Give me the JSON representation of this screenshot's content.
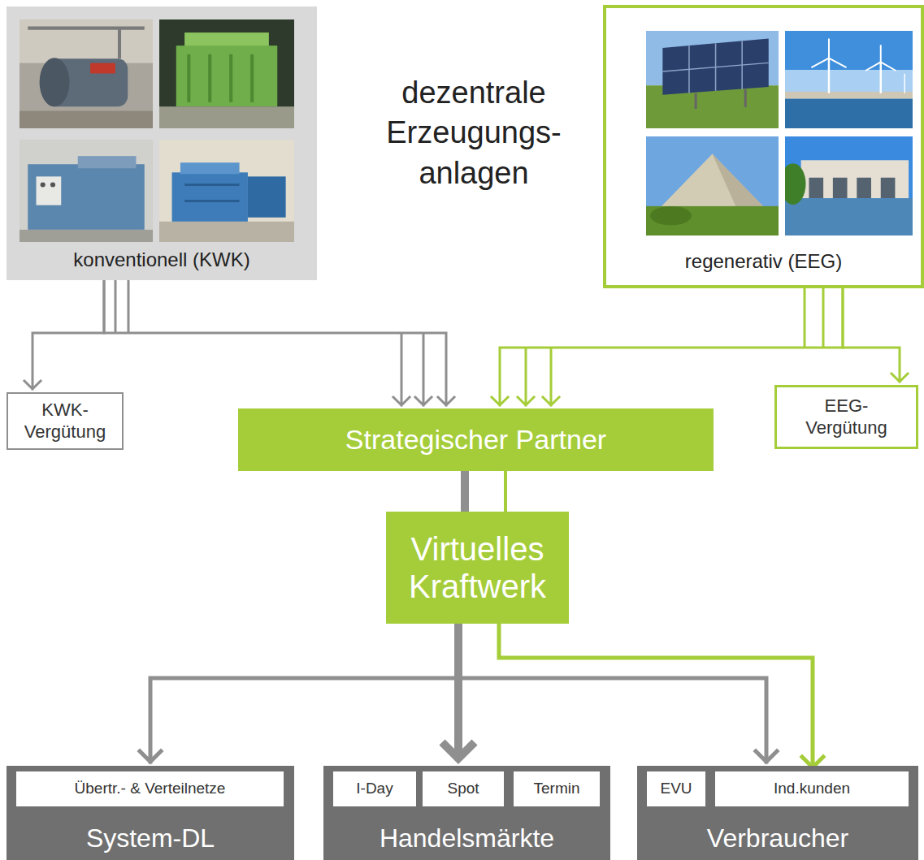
{
  "diagram": {
    "nodes": [
      {
        "text": [
          "konventionell (KWK)"
        ]
      },
      {
        "text": [
          "regenerativ (EEG)"
        ]
      },
      {
        "text": [
          "KWK- Vergütung"
        ]
      },
      {
        "text": [
          "Strategischer Partner"
        ]
      },
      {
        "text": [
          "EEG- Vergütung"
        ]
      },
      {
        "text": [
          "Virtuelles Kraftwerk"
        ]
      },
      {
        "text": [
          "System-DL"
        ]
      },
      {
        "text": [
          "Übertr.- & Verteilnetze"
        ],
        "in": 6
      },
      {
        "text": [
          "Handelsmärkte"
        ]
      },
      {
        "text": [
          "I-Day"
        ],
        "in": 8
      },
      {
        "text": [
          "Spot"
        ],
        "in": 8
      },
      {
        "text": [
          "Termin"
        ],
        "in": 8
      },
      {
        "text": [
          "Verbraucher"
        ]
      },
      {
        "text": [
          "EVU"
        ],
        "in": 12
      },
      {
        "text": [
          "Ind.kunden"
        ],
        "in": 12
      }
    ],
    "edges": [
      {
        "from": 0,
        "to": 2,
        "arrow": "to"
      },
      {
        "from": 0,
        "to": 3,
        "arrow": "to"
      },
      {
        "from": 1,
        "to": 3,
        "arrow": "to"
      },
      {
        "from": 1,
        "to": 4,
        "arrow": "to"
      },
      {
        "from": 3,
        "to": 5,
        "arrow": "none"
      },
      {
        "from": 3,
        "to": 5,
        "arrow": "none"
      },
      {
        "from": 5,
        "to": 6,
        "arrow": "to"
      },
      {
        "from": 5,
        "to": 8,
        "arrow": "to"
      },
      {
        "from": 5,
        "to": 12,
        "arrow": "to"
      },
      {
        "from": 5,
        "to": 14,
        "arrow": "to"
      }
    ],
    "labels": [
      "dezentrale Erzeugungs- anlagen"
    ]
  }
}
